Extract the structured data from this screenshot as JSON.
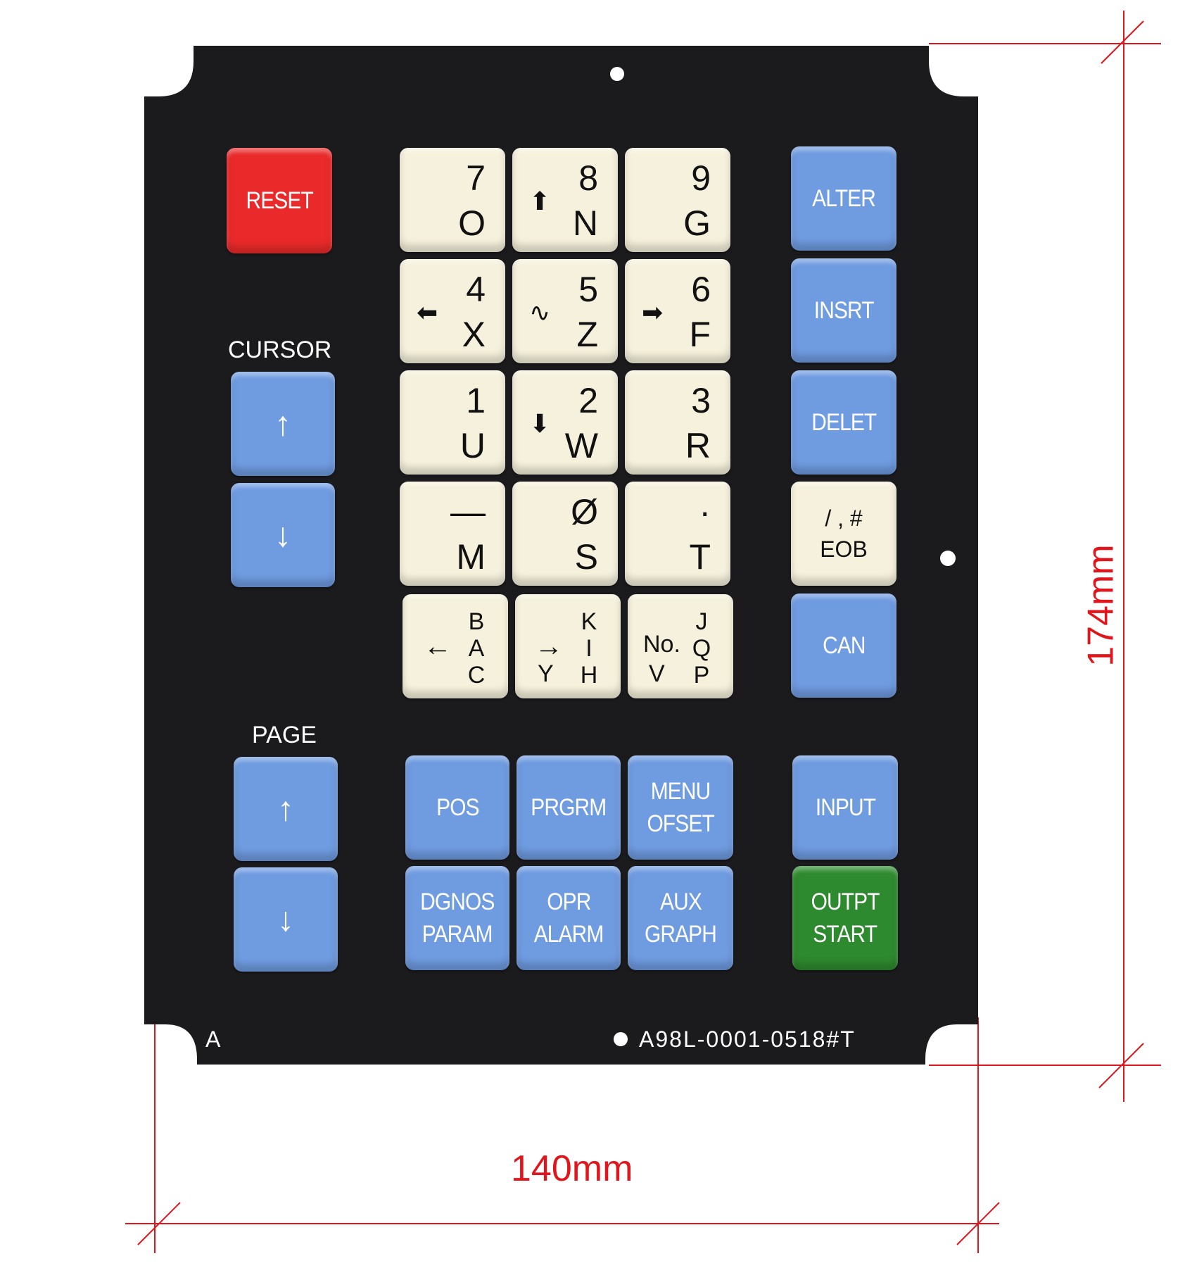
{
  "labels": {
    "cursor": "CURSOR",
    "page": "PAGE"
  },
  "part_number": "A98L-0001-0518#T",
  "corner_mark": "A",
  "dimensions": {
    "width": "140mm",
    "height": "174mm"
  },
  "keys": {
    "reset": "RESET",
    "alter": "ALTER",
    "insrt": "INSRT",
    "delet": "DELET",
    "eob_top": "/ , #",
    "eob_bottom": "EOB",
    "can": "CAN",
    "input": "INPUT",
    "outpt": "OUTPT",
    "start": "START",
    "pos": "POS",
    "prgrm": "PRGRM",
    "menu": "MENU",
    "ofset": "OFSET",
    "dgnos": "DGNOS",
    "param": "PARAM",
    "opr": "OPR",
    "alarm": "ALARM",
    "aux": "AUX",
    "graph": "GRAPH",
    "arrow_up": "↑",
    "arrow_down": "↓"
  },
  "numpad": [
    {
      "num": "7",
      "let": "O",
      "sym": ""
    },
    {
      "num": "8",
      "let": "N",
      "sym": "⬆"
    },
    {
      "num": "9",
      "let": "G",
      "sym": ""
    },
    {
      "num": "4",
      "let": "X",
      "sym": "⬅"
    },
    {
      "num": "5",
      "let": "Z",
      "sym": "∿"
    },
    {
      "num": "6",
      "let": "F",
      "sym": "➡"
    },
    {
      "num": "1",
      "let": "U",
      "sym": ""
    },
    {
      "num": "2",
      "let": "W",
      "sym": "⬇"
    },
    {
      "num": "3",
      "let": "R",
      "sym": ""
    },
    {
      "num": "—",
      "let": "M",
      "sym": ""
    },
    {
      "num": "Ø",
      "let": "S",
      "sym": ""
    },
    {
      "num": "·",
      "let": "T",
      "sym": ""
    }
  ],
  "bottom_letters": [
    {
      "sym": "←",
      "letters": "B A C"
    },
    {
      "sym": "→",
      "letters": "K I H",
      "extra": "Y"
    },
    {
      "sym": "No.",
      "letters": "J Q P",
      "extra": "V"
    }
  ],
  "colors": {
    "panel": "#1b1b1e",
    "blue": "#6f9be0",
    "red": "#ea2a2a",
    "green": "#2e8a2e",
    "cream": "#f6f1dc",
    "dimension": "#e0161c"
  }
}
